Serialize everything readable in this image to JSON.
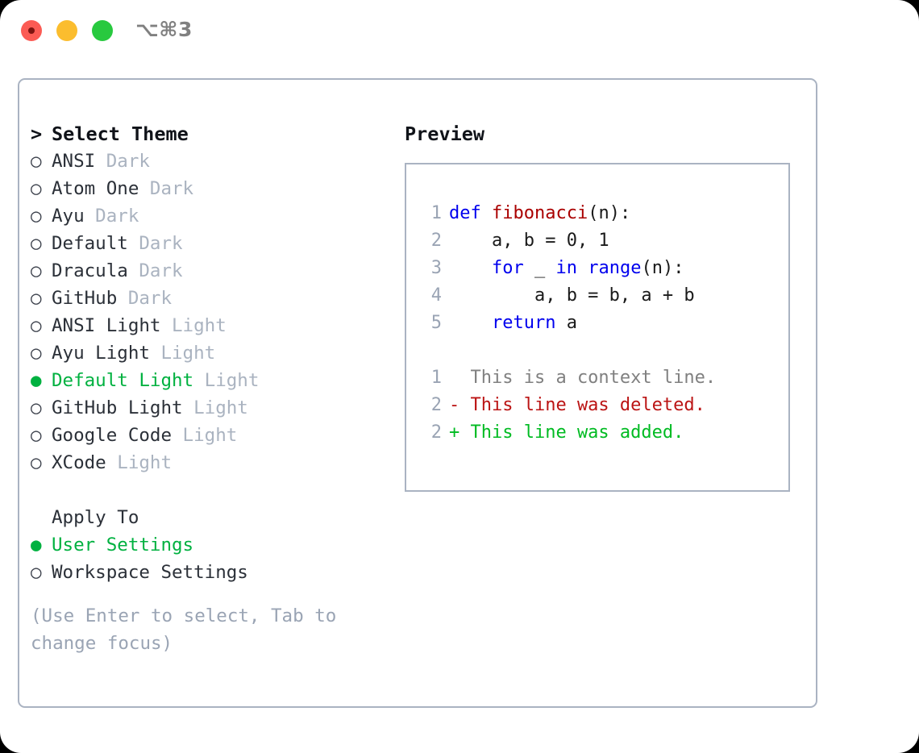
{
  "titlebar": {
    "shortcut": "⌥⌘3",
    "dots": [
      {
        "name": "close",
        "color": "#fb5b54"
      },
      {
        "name": "minimize",
        "color": "#fbbd2e"
      },
      {
        "name": "maximize",
        "color": "#28c93f"
      }
    ]
  },
  "theme_picker": {
    "header_marker": ">",
    "header": "Select Theme",
    "marker_unselected": "○",
    "marker_selected": "●",
    "items": [
      {
        "name": "ANSI",
        "kind": "Dark",
        "selected": false
      },
      {
        "name": "Atom One",
        "kind": "Dark",
        "selected": false
      },
      {
        "name": "Ayu",
        "kind": "Dark",
        "selected": false
      },
      {
        "name": "Default",
        "kind": "Dark",
        "selected": false
      },
      {
        "name": "Dracula",
        "kind": "Dark",
        "selected": false
      },
      {
        "name": "GitHub",
        "kind": "Dark",
        "selected": false
      },
      {
        "name": "ANSI Light",
        "kind": "Light",
        "selected": false
      },
      {
        "name": "Ayu Light",
        "kind": "Light",
        "selected": false
      },
      {
        "name": "Default Light",
        "kind": "Light",
        "selected": true
      },
      {
        "name": "GitHub Light",
        "kind": "Light",
        "selected": false
      },
      {
        "name": "Google Code",
        "kind": "Light",
        "selected": false
      },
      {
        "name": "XCode",
        "kind": "Light",
        "selected": false
      }
    ]
  },
  "apply_to": {
    "title": "Apply To",
    "options": [
      {
        "label": "User Settings",
        "selected": true
      },
      {
        "label": "Workspace Settings",
        "selected": false
      }
    ]
  },
  "hint": "(Use Enter to select, Tab to change focus)",
  "preview": {
    "title": "Preview",
    "code_lines": [
      {
        "no": "1",
        "tokens": [
          {
            "t": "def ",
            "c": "kw"
          },
          {
            "t": "fibonacci",
            "c": "fn"
          },
          {
            "t": "(n):",
            "c": "plain"
          }
        ]
      },
      {
        "no": "2",
        "tokens": [
          {
            "t": "    a, b = 0, 1",
            "c": "plain"
          }
        ]
      },
      {
        "no": "3",
        "tokens": [
          {
            "t": "    ",
            "c": "plain"
          },
          {
            "t": "for",
            "c": "kw"
          },
          {
            "t": " _ ",
            "c": "plain"
          },
          {
            "t": "in",
            "c": "kw"
          },
          {
            "t": " ",
            "c": "plain"
          },
          {
            "t": "range",
            "c": "kw"
          },
          {
            "t": "(n):",
            "c": "plain"
          }
        ]
      },
      {
        "no": "4",
        "tokens": [
          {
            "t": "        a, b = b, a + b",
            "c": "plain"
          }
        ]
      },
      {
        "no": "5",
        "tokens": [
          {
            "t": "    ",
            "c": "plain"
          },
          {
            "t": "return",
            "c": "kw"
          },
          {
            "t": " a",
            "c": "plain"
          }
        ]
      }
    ],
    "diff_lines": [
      {
        "no": "1",
        "text": "  This is a context line.",
        "kind": "diff-context"
      },
      {
        "no": "2",
        "text": "- This line was deleted.",
        "kind": "diff-del"
      },
      {
        "no": "2",
        "text": "+ This line was added.",
        "kind": "diff-add"
      }
    ]
  },
  "colors": {
    "accent_green": "#00b140",
    "muted": "#aab3c0",
    "border": "#aab3c2",
    "keyword": "#0000ee",
    "function": "#aa0000",
    "diff_add": "#00bb22",
    "diff_del": "#bb1414"
  }
}
